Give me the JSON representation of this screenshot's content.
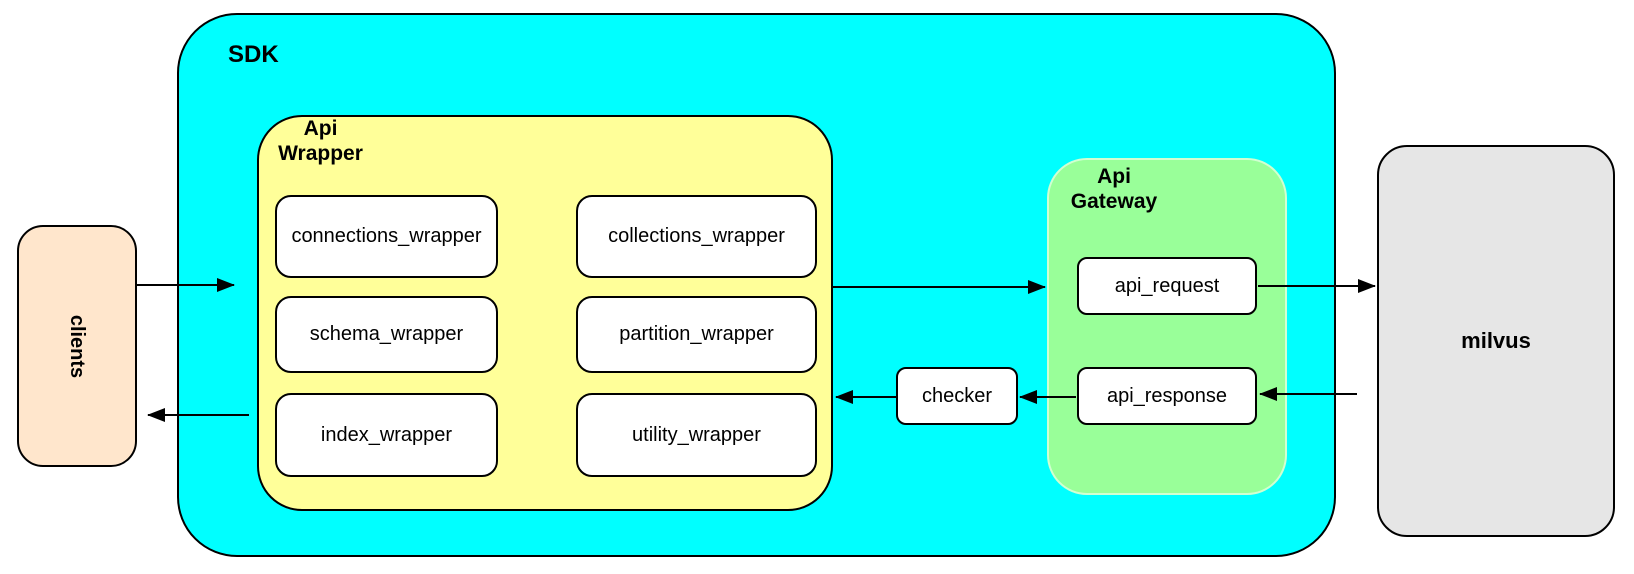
{
  "diagram": {
    "nodes": {
      "clients": {
        "label": "clients",
        "fill": "#FFE6CC"
      },
      "sdk": {
        "label": "SDK",
        "fill": "#00FFFF"
      },
      "api_wrapper": {
        "label": "Api\nWrapper",
        "fill": "#FFFF99",
        "items": [
          {
            "label": "connections_wrapper"
          },
          {
            "label": "collections_wrapper"
          },
          {
            "label": "schema_wrapper"
          },
          {
            "label": "partition_wrapper"
          },
          {
            "label": "index_wrapper"
          },
          {
            "label": "utility_wrapper"
          }
        ]
      },
      "checker": {
        "label": "checker"
      },
      "api_gateway": {
        "label": "Api\nGateway",
        "fill": "#99FF99",
        "items": [
          {
            "label": "api_request"
          },
          {
            "label": "api_response"
          }
        ]
      },
      "milvus": {
        "label": "milvus",
        "fill": "#E6E6E6"
      }
    },
    "edges": [
      {
        "from": "clients",
        "to": "sdk"
      },
      {
        "from": "sdk",
        "to": "clients"
      },
      {
        "from": "api_wrapper",
        "to": "api_gateway"
      },
      {
        "from": "checker",
        "to": "api_wrapper"
      },
      {
        "from": "api_response",
        "to": "checker"
      },
      {
        "from": "api_request",
        "to": "milvus"
      },
      {
        "from": "milvus",
        "to": "api_response"
      }
    ],
    "palette": {
      "stroke": "#000000",
      "leaf_fill": "#FFFFFF",
      "background": "#FFFFFF"
    }
  }
}
